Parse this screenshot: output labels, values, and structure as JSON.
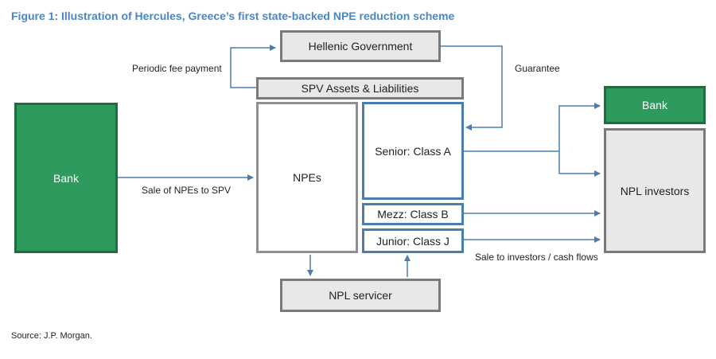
{
  "figure": {
    "title": "Figure 1: Illustration of Hercules, Greece’s first state-backed NPE reduction scheme",
    "source": "Source: J.P. Morgan."
  },
  "nodes": {
    "government": "Hellenic Government",
    "spv": "SPV Assets & Liabilities",
    "bank_left": "Bank",
    "npes": "NPEs",
    "senior": "Senior: Class A",
    "mezz": "Mezz: Class B",
    "junior": "Junior: Class J",
    "servicer": "NPL servicer",
    "bank_right": "Bank",
    "investors": "NPL investors"
  },
  "edge_labels": {
    "periodic_fee": "Periodic fee payment",
    "guarantee": "Guarantee",
    "sale_npes": "Sale of NPEs to SPV",
    "sale_investors": "Sale to investors / cash flows"
  },
  "colors": {
    "title": "#4a87c2",
    "arrow": "#4a7eb0",
    "green_fill": "#2f9a5e",
    "gray_fill": "#e8e8e8"
  }
}
